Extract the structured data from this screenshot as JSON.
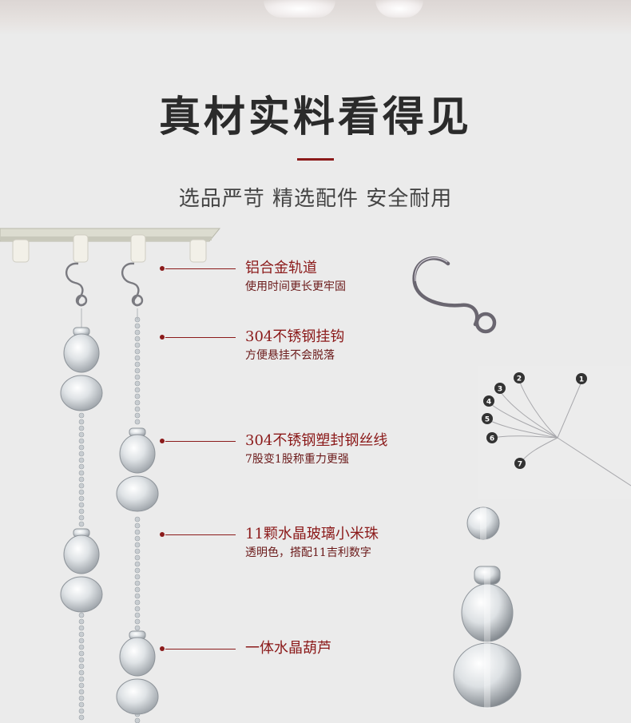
{
  "header": {
    "title": "真材实料看得见",
    "subtitle": "选品严苛 精选配件 安全耐用"
  },
  "features": [
    {
      "label": "铝合金轨道",
      "desc": "使用时间更长更牢固"
    },
    {
      "label": "304不锈钢挂钩",
      "desc": "方便悬挂不会脱落"
    },
    {
      "label": "304不锈钢塑封钢丝线",
      "desc": "7股变1股称重力更强"
    },
    {
      "label": "11颗水晶玻璃小米珠",
      "desc": "透明色，搭配11吉利数字"
    },
    {
      "label": "一体水晶葫芦",
      "desc": ""
    }
  ],
  "wire_strands": [
    "1",
    "2",
    "3",
    "4",
    "5",
    "6",
    "7"
  ],
  "colors": {
    "accent": "#8b1a1a",
    "background": "#ebebeb",
    "title": "#2b2b2b"
  }
}
